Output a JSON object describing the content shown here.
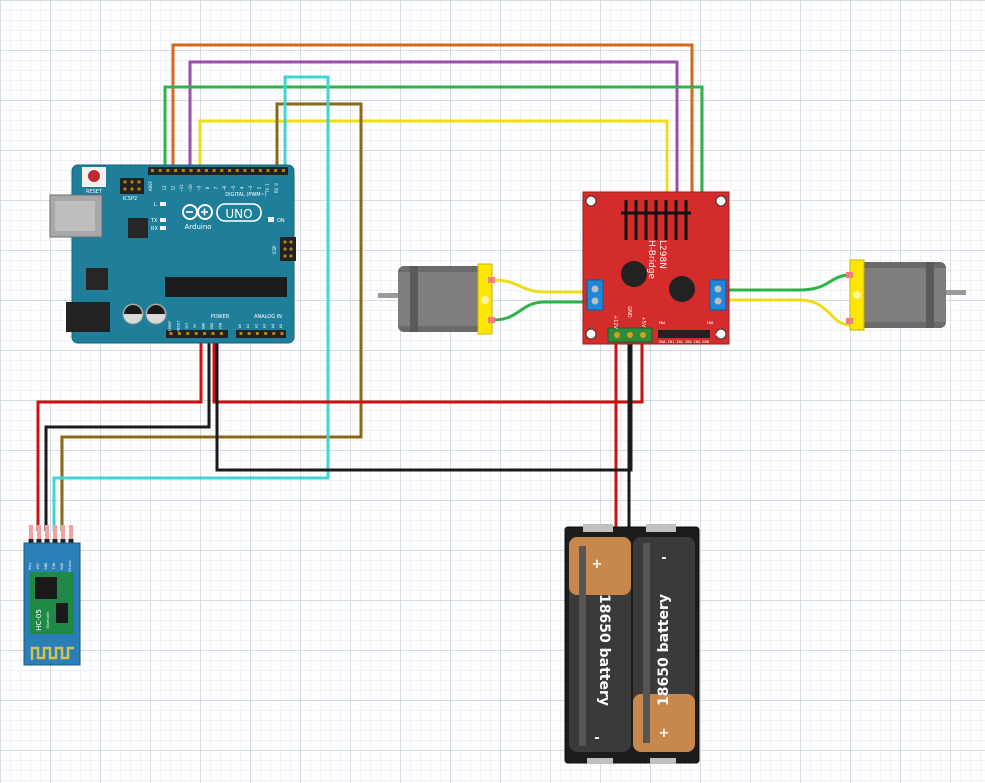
{
  "arduino": {
    "reset": "RESET",
    "icsp2": "ICSP2",
    "icsp": "ICSP",
    "digital": "DIGITAL (PWM~)",
    "aref": "AREF",
    "gnd": "GND",
    "uno": "UNO",
    "brand": "Arduino",
    "tx": "TX",
    "rx": "RX",
    "l": "L",
    "on": "ON",
    "power": "POWER",
    "analog": "ANALOG IN",
    "digital_pins": [
      "13",
      "12",
      "~11",
      "~10",
      "~9",
      "8",
      "7",
      "~6",
      "~5",
      "4",
      "~3",
      "2",
      "TX 1",
      "RX 0"
    ],
    "power_pins": [
      "IOREF",
      "RESET",
      "3V3",
      "5V",
      "GND",
      "GND",
      "VIN"
    ],
    "analog_pins": [
      "A0",
      "A1",
      "A2",
      "A3",
      "A4",
      "A5"
    ]
  },
  "hbridge": {
    "title": "L298N",
    "subtitle": "H-Bridge",
    "plus12": "+12V",
    "gnd": "GND",
    "plus5": "+5V",
    "ena": "ENA",
    "enb": "ENB",
    "bottom_pins": "ENA IN1 IN2 IN3 IN4 ENB",
    "fivev": "5V+"
  },
  "bt": {
    "model": "HC-05",
    "sub": "Bluetooth",
    "pins": [
      "Key",
      "VCC",
      "GND",
      "TXD",
      "RXD",
      "State"
    ]
  },
  "battery": {
    "cell_label": "18650 battery",
    "plus": "+",
    "minus": "-"
  },
  "colors": {
    "red_wire": "#cc1111",
    "black_wire": "#1a1a1a",
    "orange_wire": "#d2691e",
    "purple_wire": "#9b4fa8",
    "green_wire": "#2db34a",
    "yellow_wire": "#f0dc18",
    "cyan_wire": "#40d4d4",
    "brown_wire": "#8b6914",
    "arduino_board": "#1f7f9b",
    "hbridge_board": "#d42b2b",
    "motor_connector": "#ffe600"
  }
}
